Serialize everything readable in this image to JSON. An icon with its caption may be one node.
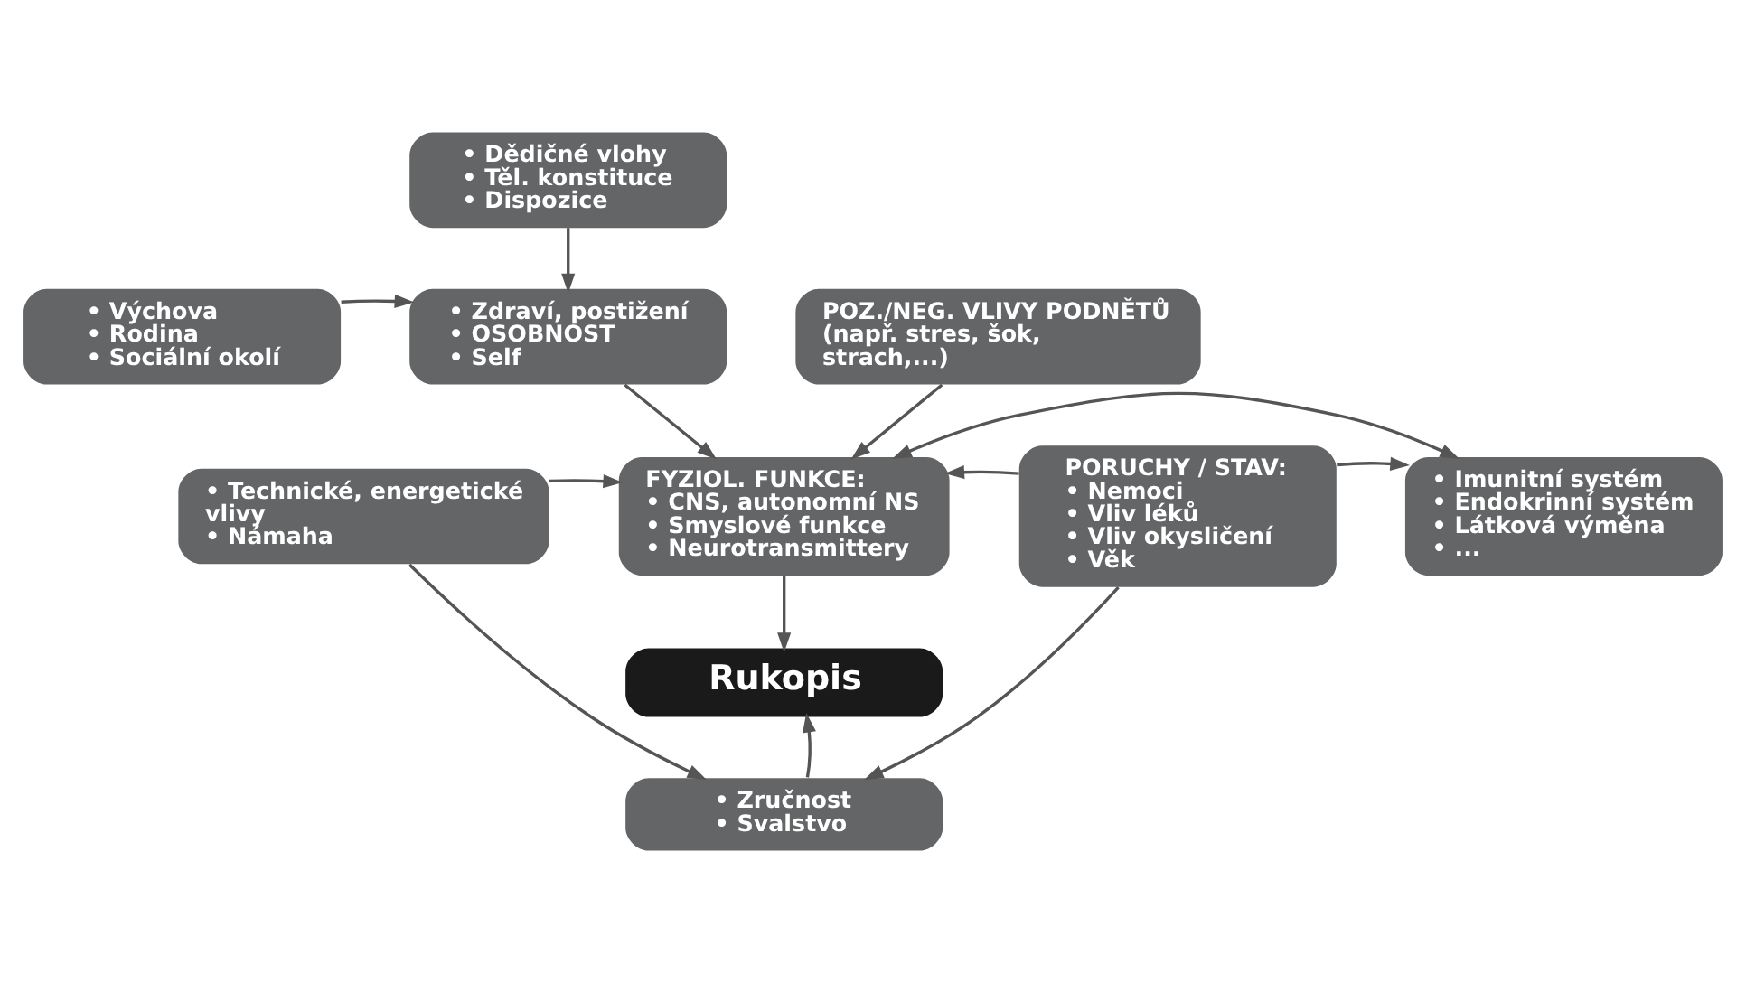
{
  "diagram": {
    "nodes": [
      {
        "text": [
          "• Dědičné vlohy",
          "• Těl. konstituce",
          "• Dispozice"
        ]
      },
      {
        "text": [
          "• Výchova",
          "• Rodina",
          "• Sociální okolí"
        ]
      },
      {
        "text": [
          "• Zdraví, postižení",
          "• OSOBNOST",
          "• Self"
        ]
      },
      {
        "text": [
          "POZ./NEG. VLIVY PODNĚTŮ",
          "(např. stres, šok, strach,...)"
        ]
      },
      {
        "text": [
          "• Technické, energetické vlivy",
          "• Námaha"
        ]
      },
      {
        "text": [
          "FYZIOL. FUNKCE:",
          "• CNS, autonomní NS",
          "• Smyslové funkce",
          "• Neurotransmittery"
        ]
      },
      {
        "text": [
          "• Imunitní systém",
          "• Endokrinní systém",
          "• Látková výměna",
          "• ..."
        ]
      },
      {
        "text": [
          "PORUCHY / STAV:",
          "• Nemoci",
          "• Vliv léků",
          "• Vliv okysličení",
          "• Věk"
        ]
      },
      {
        "text": [
          "Rukopis"
        ]
      },
      {
        "text": [
          "• Zručnost",
          "• Svalstvo"
        ]
      }
    ],
    "edges": [
      {
        "from": 0,
        "to": 2,
        "arrow": "to"
      },
      {
        "from": 1,
        "to": 2,
        "arrow": "to"
      },
      {
        "from": 2,
        "to": 5,
        "arrow": "to"
      },
      {
        "from": 3,
        "to": 5,
        "arrow": "to"
      },
      {
        "from": 4,
        "to": 5,
        "arrow": "to"
      },
      {
        "from": 5,
        "to": 6,
        "arrow": "both"
      },
      {
        "from": 7,
        "to": 5,
        "arrow": "to"
      },
      {
        "from": 7,
        "to": 6,
        "arrow": "to"
      },
      {
        "from": 5,
        "to": 8,
        "arrow": "to"
      },
      {
        "from": 9,
        "to": 8,
        "arrow": "to"
      },
      {
        "from": 4,
        "to": 9,
        "arrow": "to"
      },
      {
        "from": 7,
        "to": 9,
        "arrow": "to"
      }
    ]
  }
}
